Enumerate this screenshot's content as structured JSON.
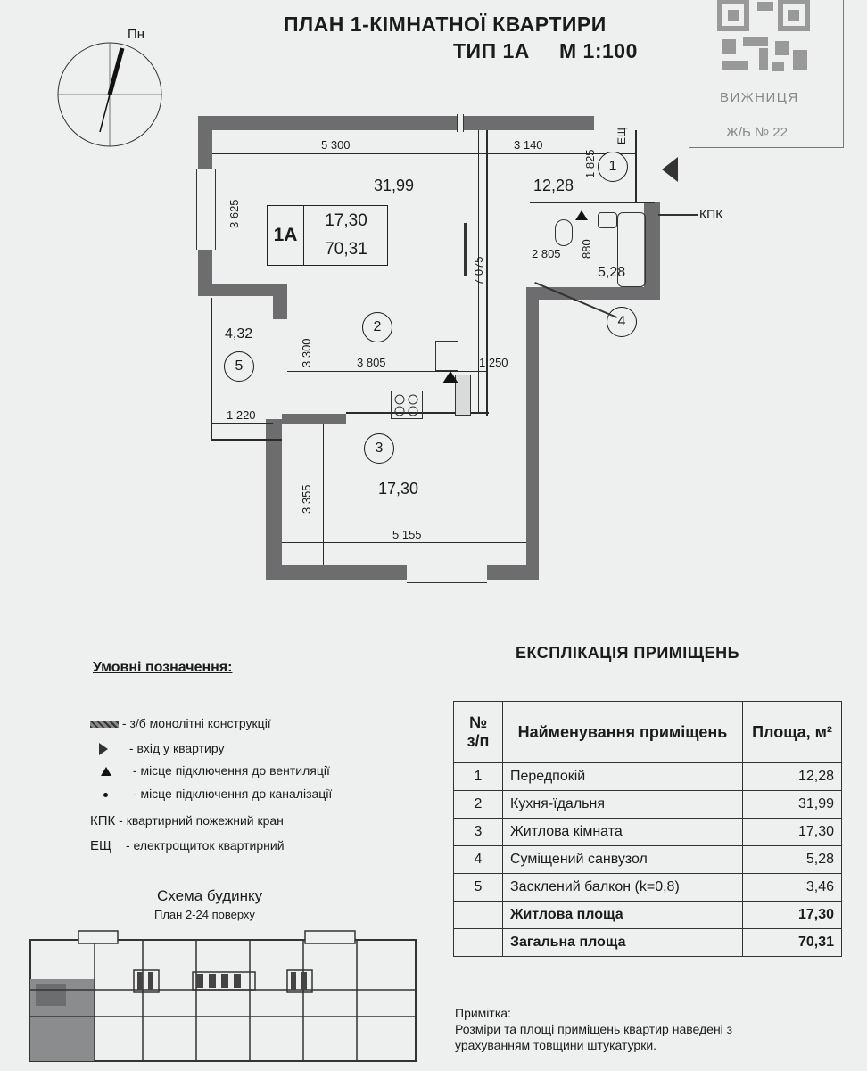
{
  "title": {
    "line1": "ПЛАН 1-КІМНАТНОЇ КВАРТИРИ",
    "line2_type": "ТИП 1А",
    "line2_scale": "М 1:100"
  },
  "compass": {
    "label": "Пн"
  },
  "stamp": {
    "city": "ВИЖНИЦЯ",
    "code": "Ж/Б № 22"
  },
  "plan": {
    "apartment_type": "1А",
    "living_area": "17,30",
    "total_area": "70,31",
    "rooms": [
      {
        "num": "1",
        "area": "12,28"
      },
      {
        "num": "2",
        "area": "31,99"
      },
      {
        "num": "3",
        "area": "17,30"
      },
      {
        "num": "4",
        "area": "5,28"
      },
      {
        "num": "5",
        "area": "4,32"
      }
    ],
    "dimensions": {
      "d5300": "5 300",
      "d3140": "3 140",
      "d1825": "1 825",
      "d3625": "3 625",
      "d7075": "7 075",
      "d2805": "2 805",
      "d880": "880",
      "d3300": "3 300",
      "d3805": "3 805",
      "d1250": "1 250",
      "d1220": "1 220",
      "d3355": "3 355",
      "d5155": "5 155"
    },
    "kpk": "КПК",
    "esh": "ЕЩ"
  },
  "legend": {
    "title": "Умовні позначення:",
    "items": [
      {
        "icon": "wall-hatch-icon",
        "text": "- з/б монолітні конструкції"
      },
      {
        "icon": "entrance-triangle-icon",
        "text": "- вхід у квартиру"
      },
      {
        "icon": "ventilation-triangle-icon",
        "text": "- місце підключення до вентиляції"
      },
      {
        "icon": "sewer-dot-icon",
        "text": "- місце підключення до каналізації"
      }
    ],
    "abbr": [
      {
        "key": "КПК",
        "text": "- квартирний пожежний кран"
      },
      {
        "key": "ЕЩ",
        "text": "- електрощиток квартирний"
      }
    ]
  },
  "scheme": {
    "title": "Схема будинку",
    "subtitle": "План 2-24 поверху"
  },
  "explication": {
    "title": "ЕКСПЛІКАЦІЯ ПРИМІЩЕНЬ",
    "headers": {
      "num": "№ з/п",
      "name": "Найменування приміщень",
      "area": "Площа, м²"
    },
    "rows": [
      {
        "num": "1",
        "name": "Передпокій",
        "area": "12,28"
      },
      {
        "num": "2",
        "name": "Кухня-їдальня",
        "area": "31,99"
      },
      {
        "num": "3",
        "name": "Житлова кімната",
        "area": "17,30"
      },
      {
        "num": "4",
        "name": "Суміщений санвузол",
        "area": "5,28"
      },
      {
        "num": "5",
        "name": "Засклений балкон (k=0,8)",
        "area": "3,46"
      }
    ],
    "totals": [
      {
        "name": "Житлова площа",
        "area": "17,30"
      },
      {
        "name": "Загальна площа",
        "area": "70,31"
      }
    ]
  },
  "note": {
    "title": "Примітка:",
    "line1": "Розміри та площі приміщень квартир наведені з",
    "line2": "урахуванням товщини штукатурки."
  }
}
